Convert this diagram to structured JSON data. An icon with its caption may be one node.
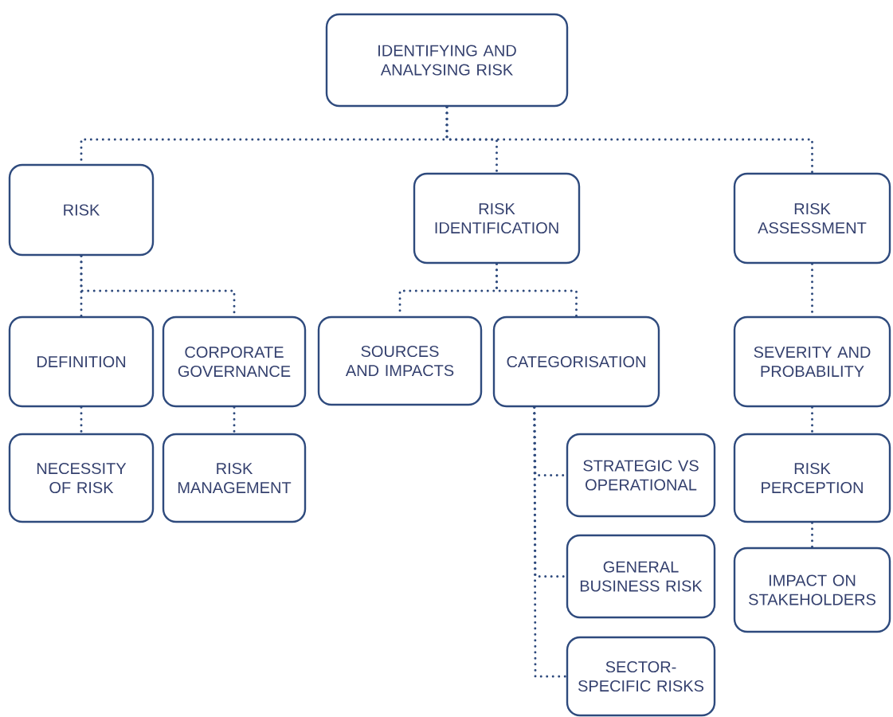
{
  "diagram": {
    "nodes": [
      {
        "text": [
          "IDENTIFYING AND ANALYSING RISK"
        ]
      },
      {
        "text": [
          "RISK"
        ]
      },
      {
        "text": [
          "RISK IDENTIFICATION"
        ]
      },
      {
        "text": [
          "RISK ASSESSMENT"
        ]
      },
      {
        "text": [
          "DEFINITION"
        ]
      },
      {
        "text": [
          "CORPORATE GOVERNANCE"
        ]
      },
      {
        "text": [
          "NECESSITY OF RISK"
        ]
      },
      {
        "text": [
          "RISK MANAGEMENT"
        ]
      },
      {
        "text": [
          "SOURCES AND IMPACTS"
        ]
      },
      {
        "text": [
          "CATEGORISATION"
        ]
      },
      {
        "text": [
          "STRATEGIC VS OPERATIONAL"
        ]
      },
      {
        "text": [
          "GENERAL BUSINESS RISK"
        ]
      },
      {
        "text": [
          "SECTOR-SPECIFIC RISKS"
        ]
      },
      {
        "text": [
          "SEVERITY AND PROBABILITY"
        ]
      },
      {
        "text": [
          "RISK PERCEPTION"
        ]
      },
      {
        "text": [
          "IMPACT ON STAKEHOLDERS"
        ]
      }
    ],
    "edges": [
      {
        "from": 0,
        "to": 1,
        "arrow": "none"
      },
      {
        "from": 0,
        "to": 2,
        "arrow": "none"
      },
      {
        "from": 0,
        "to": 3,
        "arrow": "none"
      },
      {
        "from": 1,
        "to": 4,
        "arrow": "none"
      },
      {
        "from": 1,
        "to": 5,
        "arrow": "none"
      },
      {
        "from": 4,
        "to": 6,
        "arrow": "none"
      },
      {
        "from": 5,
        "to": 7,
        "arrow": "none"
      },
      {
        "from": 2,
        "to": 8,
        "arrow": "none"
      },
      {
        "from": 2,
        "to": 9,
        "arrow": "none"
      },
      {
        "from": 9,
        "to": 10,
        "arrow": "none"
      },
      {
        "from": 9,
        "to": 11,
        "arrow": "none"
      },
      {
        "from": 9,
        "to": 12,
        "arrow": "none"
      },
      {
        "from": 3,
        "to": 13,
        "arrow": "none"
      },
      {
        "from": 13,
        "to": 14,
        "arrow": "none"
      },
      {
        "from": 14,
        "to": 15,
        "arrow": "none"
      }
    ]
  }
}
